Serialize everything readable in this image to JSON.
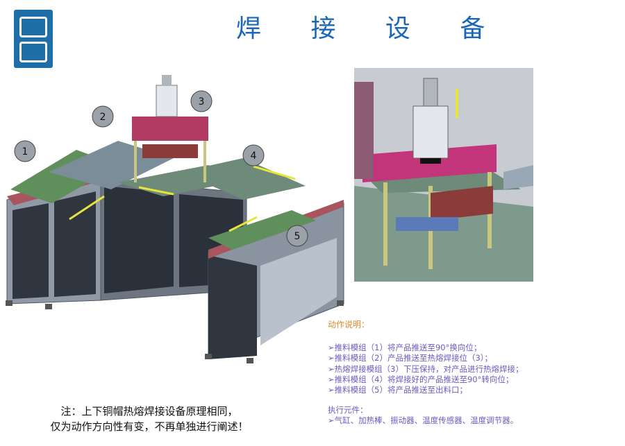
{
  "header": {
    "title": "焊 接 设 备"
  },
  "callouts": [
    "1",
    "2",
    "3",
    "4",
    "5"
  ],
  "description": {
    "heading": "动作说明：",
    "items": [
      "➢推料模组（1）将产品推送至90°换向位；",
      "➢推料模组（2）产品推送至热熔焊接位（3）；",
      "➢热熔焊接模组（3）下压保持，对产品进行热熔焊接；",
      "➢推料模组（4）将焊接好的产品推送至90°转向位；",
      "➢推料模组（5）将产品推送至出料口；"
    ],
    "components_heading": "执行元件：",
    "components": "➢气缸、加热棒、振动器、温度传感器、温度调节器。"
  },
  "note": {
    "line1": "注：上下铜帽热熔焊接设备原理相同，",
    "line2": "仅为动作方向性有变，不再单独进行阐述！"
  },
  "colors": {
    "title": "#1a67b7",
    "heading": "#d98a2b",
    "desc_text": "#6b5bc1",
    "logo": "#1e6fa8"
  }
}
